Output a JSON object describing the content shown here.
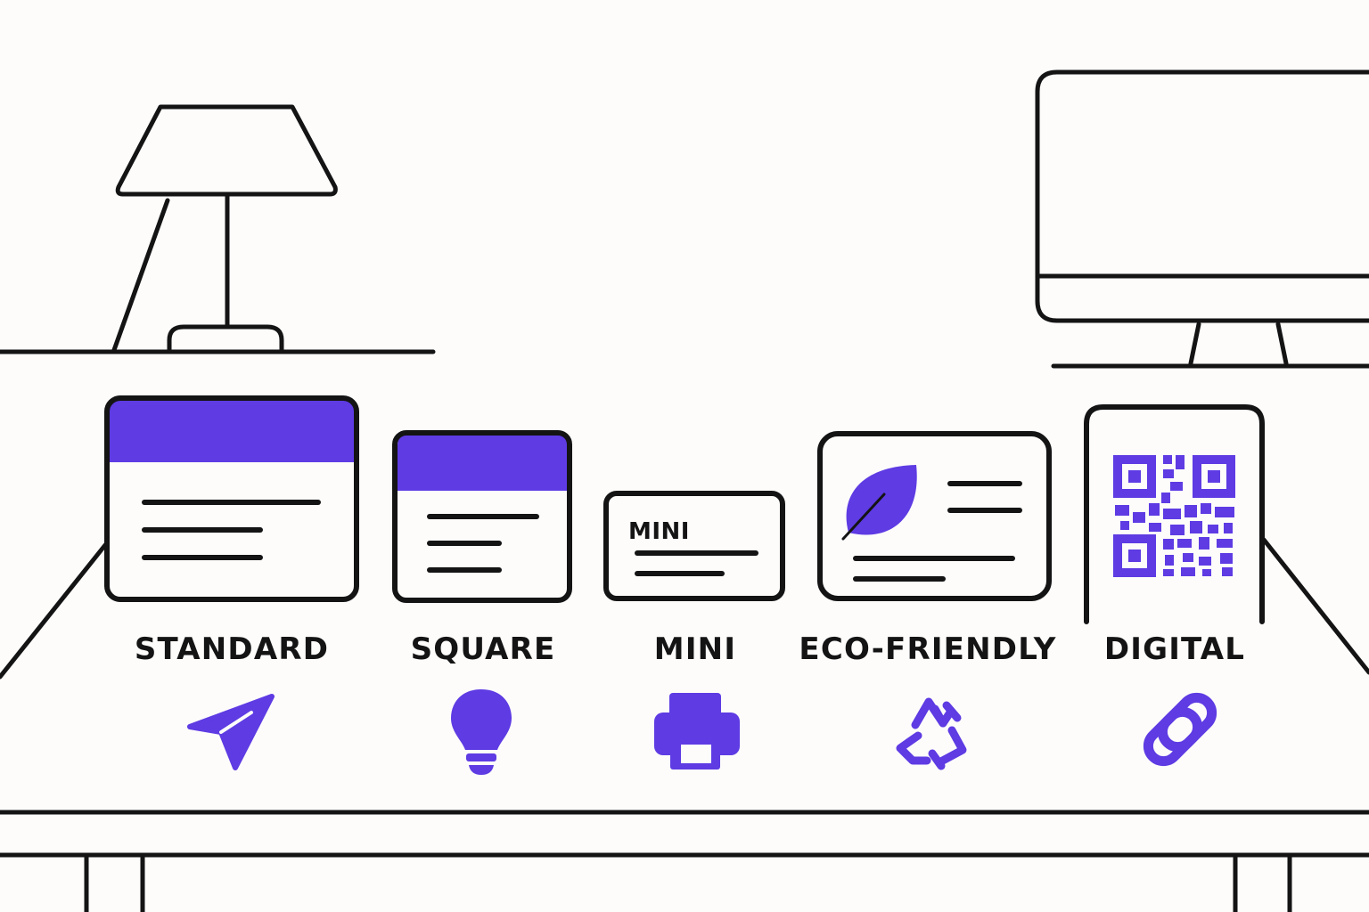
{
  "colors": {
    "accent": "#5e3be3",
    "ink": "#141414",
    "paper": "#fdfcfb"
  },
  "cards": [
    {
      "label": "STANDARD",
      "icon": "paper-plane-icon"
    },
    {
      "label": "SQUARE",
      "icon": "lightbulb-icon"
    },
    {
      "label": "MINI",
      "icon": "printer-icon",
      "card_text": "MINI"
    },
    {
      "label": "ECO-FRIENDLY",
      "icon": "recycle-icon"
    },
    {
      "label": "DIGITAL",
      "icon": "link-icon"
    }
  ]
}
